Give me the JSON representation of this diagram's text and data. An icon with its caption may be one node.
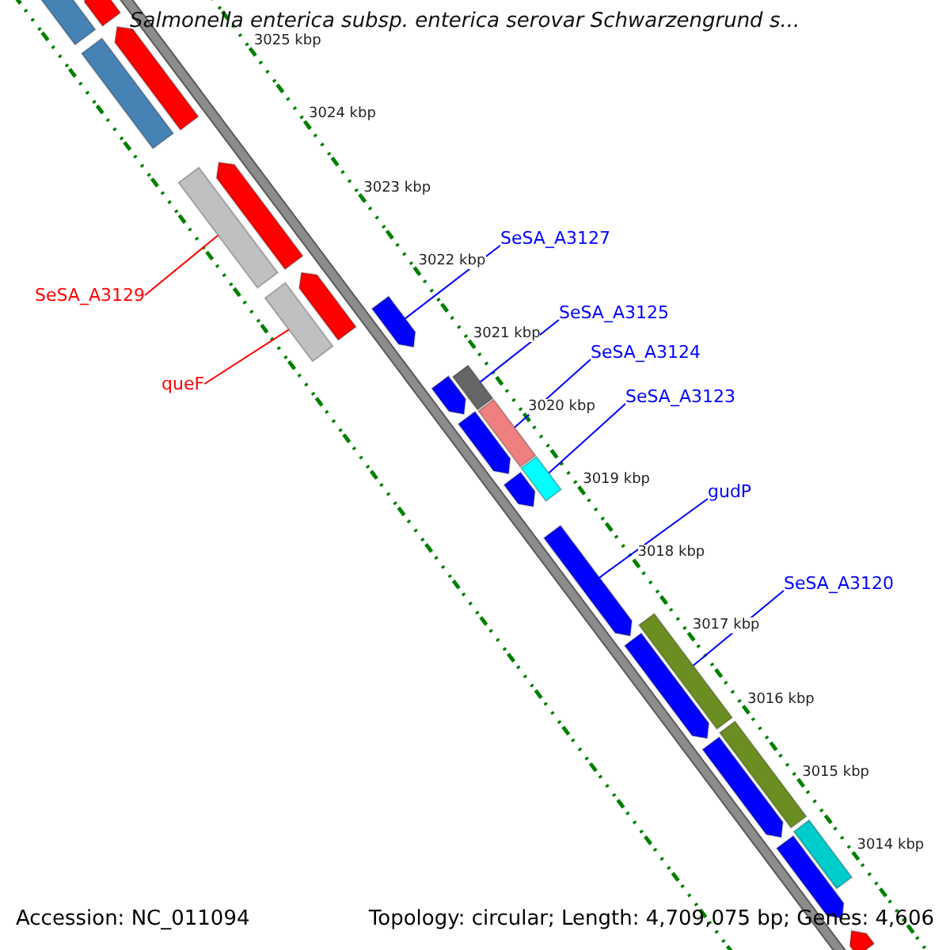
{
  "diagram": {
    "title": "Salmonella enterica subsp. enterica serovar Schwarzengrund s...",
    "nodes": [
      {
        "text": [
          "SeSA_A3127"
        ]
      },
      {
        "text": [
          "SeSA_A3129"
        ]
      },
      {
        "text": [
          "SeSA_A3125"
        ]
      },
      {
        "text": [
          "SeSA_A3124"
        ]
      },
      {
        "text": [
          "queF"
        ]
      },
      {
        "text": [
          "SeSA_A3123"
        ]
      },
      {
        "text": [
          "gudP"
        ]
      },
      {
        "text": [
          "SeSA_A3120"
        ]
      },
      {
        "text": [],
        "shape": "arrow"
      },
      {
        "text": [],
        "shape": "bar"
      },
      {
        "text": [],
        "shape": "arrow"
      },
      {
        "text": [],
        "shape": "bar"
      },
      {
        "text": [],
        "shape": "arrow"
      },
      {
        "text": [],
        "shape": "bar"
      },
      {
        "text": [],
        "shape": "arrow"
      },
      {
        "text": [],
        "shape": "bar"
      },
      {
        "text": [],
        "shape": "arrow"
      },
      {
        "text": [],
        "shape": "bar"
      },
      {
        "text": [],
        "shape": "arrow"
      },
      {
        "text": [],
        "shape": "bar"
      },
      {
        "text": [],
        "shape": "arrow"
      },
      {
        "text": [],
        "shape": "bar"
      },
      {
        "text": [],
        "shape": "arrow"
      },
      {
        "text": [],
        "shape": "arrow"
      },
      {
        "text": [],
        "shape": "bar"
      },
      {
        "text": [],
        "shape": "arrow"
      },
      {
        "text": [],
        "shape": "bar"
      },
      {
        "text": [],
        "shape": "arrow"
      },
      {
        "text": [],
        "shape": "bar"
      },
      {
        "text": [],
        "shape": "arrow"
      },
      {
        "text": [],
        "shape": "arrow"
      }
    ],
    "edges": [
      {
        "from": 0,
        "to": 16,
        "arrow": "none"
      },
      {
        "from": 1,
        "to": 13,
        "arrow": "none",
        "color": "#ff0000"
      },
      {
        "from": 2,
        "to": 17,
        "arrow": "none"
      },
      {
        "from": 3,
        "to": 19,
        "arrow": "none"
      },
      {
        "from": 4,
        "to": 15,
        "arrow": "none",
        "color": "#ff0000"
      },
      {
        "from": 5,
        "to": 21,
        "arrow": "none"
      },
      {
        "from": 6,
        "to": 23,
        "arrow": "none"
      },
      {
        "from": 7,
        "to": 24,
        "arrow": "none"
      }
    ],
    "labels": [
      "3025 kbp",
      "3024 kbp",
      "3023 kbp",
      "3022 kbp",
      "3021 kbp",
      "3020 kbp",
      "3019 kbp",
      "3018 kbp",
      "3017 kbp",
      "3016 kbp",
      "3015 kbp",
      "3014 kbp",
      "Accession: NC_011094",
      "Topology: circular; Length: 4,709,075 bp; Genes: 4,606"
    ]
  }
}
